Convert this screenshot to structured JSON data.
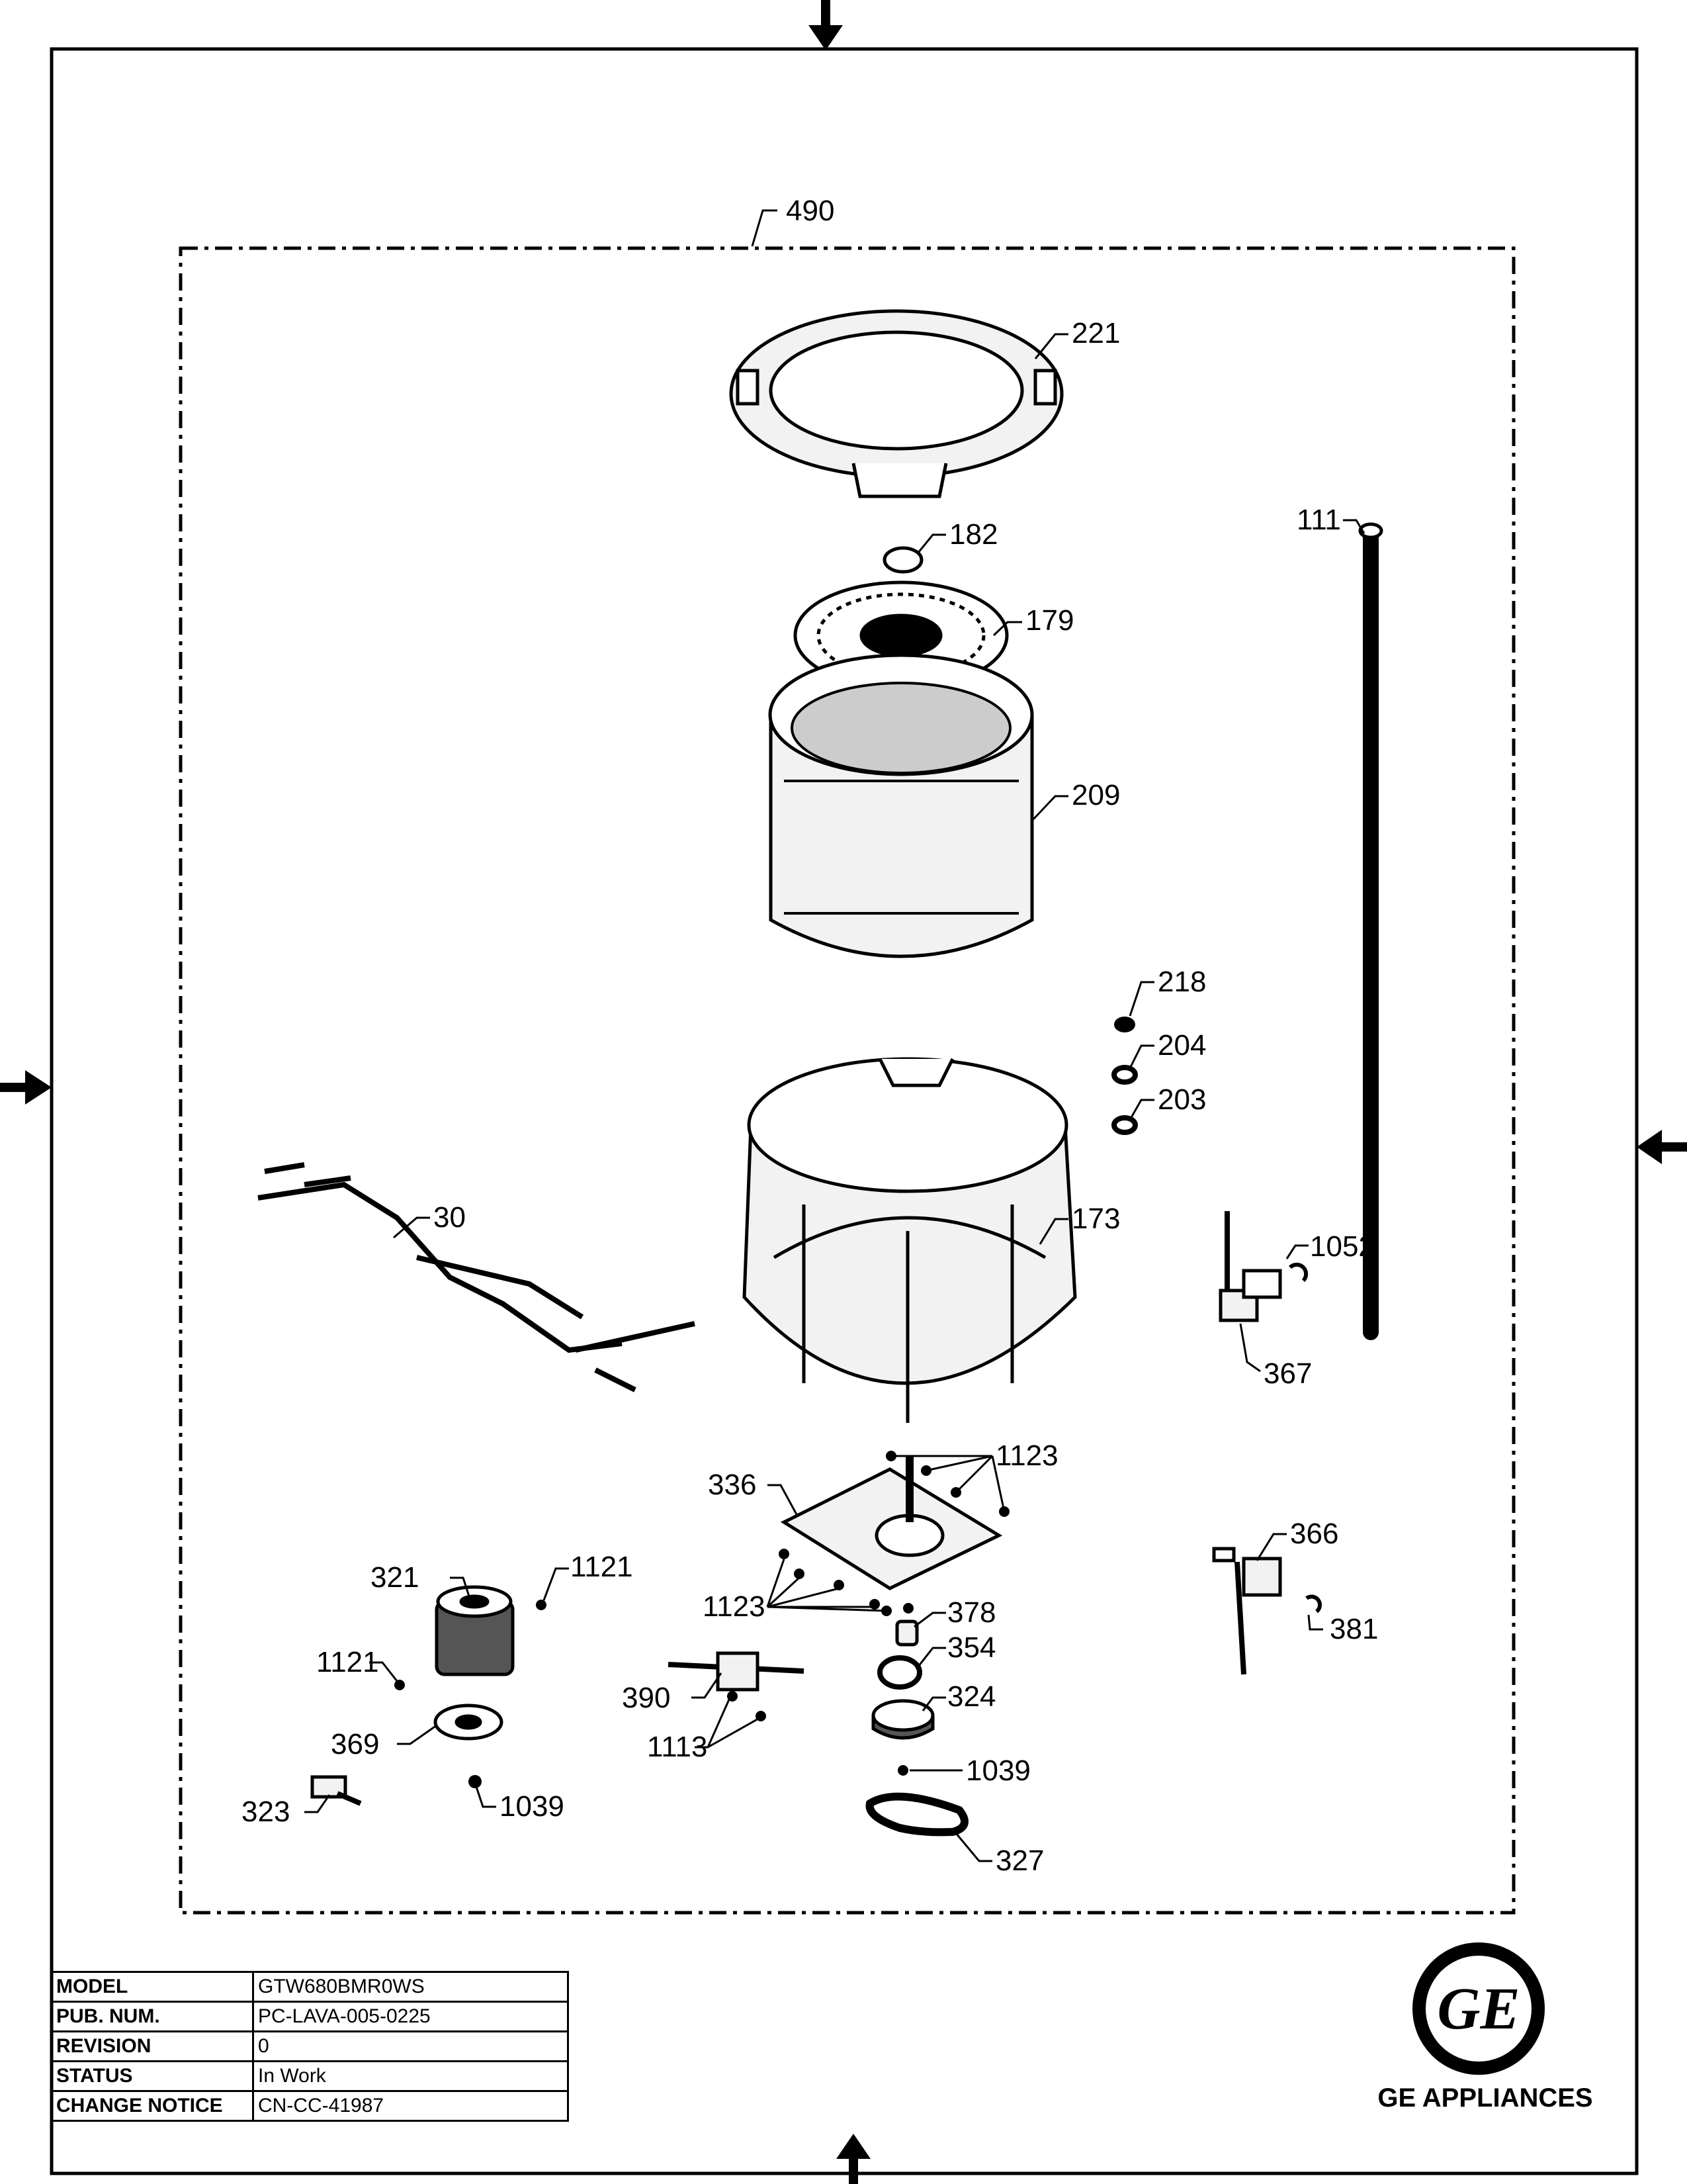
{
  "callouts": {
    "c490": "490",
    "c221": "221",
    "c111": "111",
    "c182": "182",
    "c179": "179",
    "c209": "209",
    "c218": "218",
    "c204": "204",
    "c203": "203",
    "c30": "30",
    "c173": "173",
    "c1052": "1052",
    "c367": "367",
    "c1123a": "1123",
    "c336": "336",
    "c366": "366",
    "c321": "321",
    "c1121a": "1121",
    "c1123b": "1123",
    "c378": "378",
    "c381": "381",
    "c1121b": "1121",
    "c354": "354",
    "c390": "390",
    "c324": "324",
    "c369": "369",
    "c1113": "1113",
    "c1039a": "1039",
    "c323": "323",
    "c1039b": "1039",
    "c327": "327"
  },
  "title_block": {
    "model_label": "MODEL",
    "model_value": "GTW680BMR0WS",
    "pub_label": "PUB. NUM.",
    "pub_value": "PC-LAVA-005-0225",
    "revision_label": "REVISION",
    "revision_value": "0",
    "status_label": "STATUS",
    "status_value": "In Work",
    "change_label": "CHANGE NOTICE",
    "change_value": "CN-CC-41987"
  },
  "brand": {
    "logo_text": "GE",
    "name": "GE APPLIANCES"
  },
  "colors": {
    "ink": "#000000",
    "paper": "#ffffff",
    "part_fill": "#f2f2f2"
  }
}
